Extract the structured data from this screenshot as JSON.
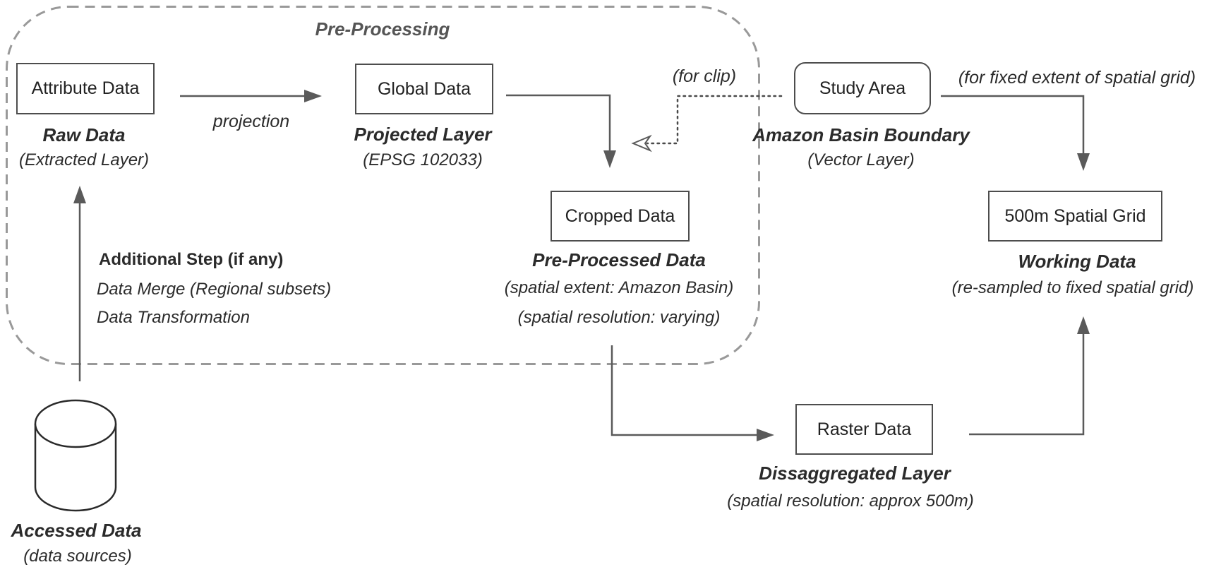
{
  "diagram": {
    "title": "Pre-Processing",
    "boxes": {
      "attribute_data": "Attribute Data",
      "global_data": "Global Data",
      "cropped_data": "Cropped Data",
      "study_area": "Study Area",
      "spatial_grid": "500m Spatial Grid",
      "raster_data": "Raster Data"
    },
    "labels": {
      "raw_data": "Raw Data",
      "extracted_layer": "(Extracted Layer)",
      "projection": "projection",
      "projected_layer": "Projected Layer",
      "epsg": "(EPSG 102033)",
      "pre_processed_data": "Pre-Processed Data",
      "spatial_extent": "(spatial extent: Amazon Basin)",
      "spatial_resolution_varying": "(spatial resolution: varying)",
      "for_clip": "(for clip)",
      "amazon_basin_boundary": "Amazon Basin Boundary",
      "vector_layer": "(Vector Layer)",
      "for_fixed_extent": "(for fixed extent of spatial grid)",
      "working_data": "Working Data",
      "resampled": "(re-sampled to fixed spatial grid)",
      "additional_step": "Additional Step (if any)",
      "data_merge": "Data Merge (Regional subsets)",
      "data_transformation": "Data Transformation",
      "dissaggregated_layer": "Dissaggregated Layer",
      "spatial_resolution_500m": "(spatial resolution: approx 500m)",
      "accessed_data": "Accessed Data",
      "data_sources": "(data sources)"
    },
    "colors": {
      "background": "#ffffff",
      "text": "#2b2b2b",
      "muted_title": "#555555",
      "arrow": "#5a5a5a",
      "box_border": "#4d4d4d",
      "dashed_border": "#999999",
      "cylinder_stroke": "#2a2a2a"
    }
  }
}
